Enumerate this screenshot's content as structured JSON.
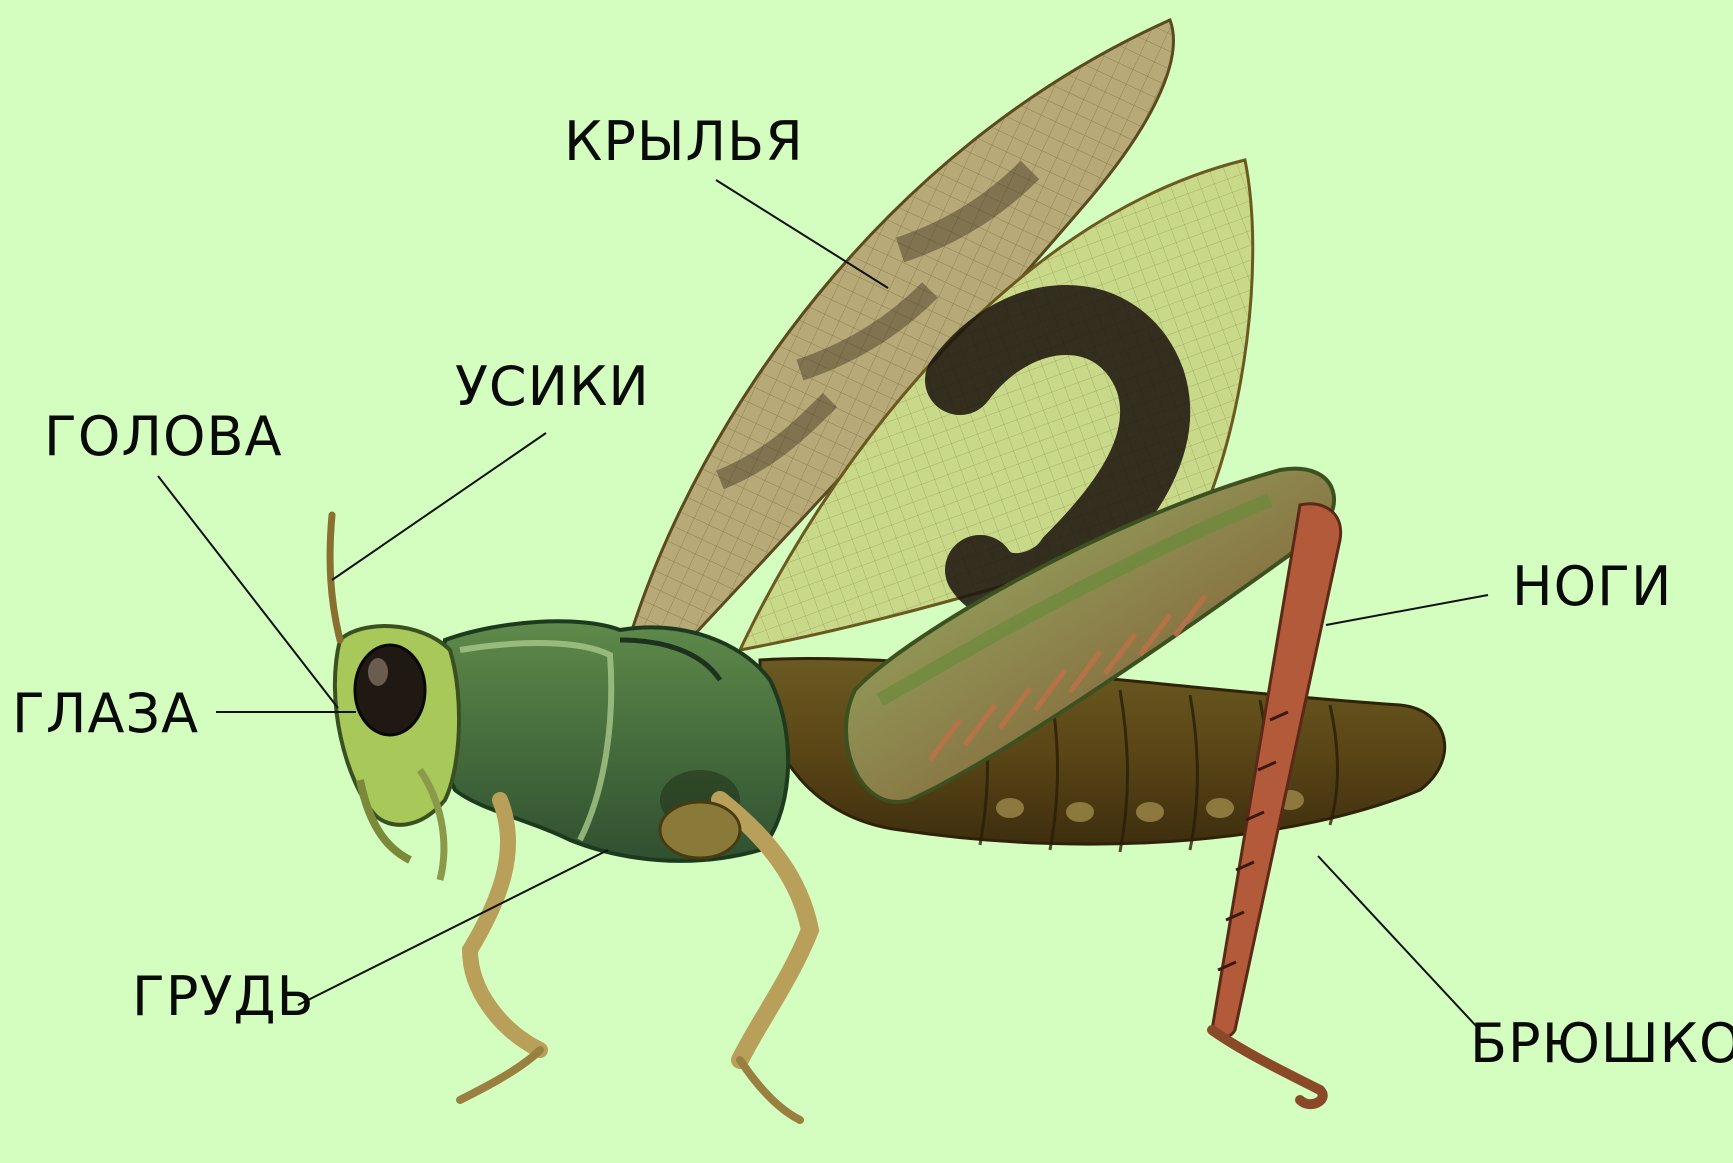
{
  "background_color": "#d4fdc0",
  "illustration": {
    "subject_icon": "grasshopper-illustration-icon"
  },
  "labels": {
    "wings": "КРЫЛЬЯ",
    "antennae": "УСИКИ",
    "head": "ГОЛОВА",
    "eyes": "ГЛАЗА",
    "legs": "НОГИ",
    "thorax": "ГРУДЬ",
    "abdomen": "БРЮШКО"
  }
}
